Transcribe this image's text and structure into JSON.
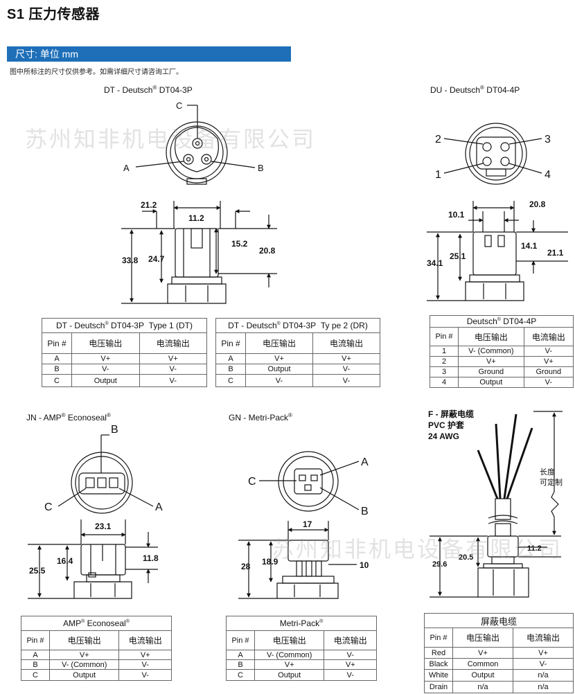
{
  "page_title": "S1 压力传感器",
  "section_header": "尺寸: 单位 mm",
  "note": "图中所标注的尺寸仅供参考。如需详细尺寸请咨询工厂。",
  "watermark": "苏州知非机电设备有限公司",
  "dt": {
    "caption": {
      "name": "DT - Deutsch",
      "reg": "®",
      "model": " DT04-3P"
    },
    "pins": {
      "a": "A",
      "b": "B",
      "c": "C"
    },
    "dims": {
      "d1": "21.2",
      "d2": "11.2",
      "d3": "15.2",
      "d4": "20.8",
      "d5": "33.8",
      "d6": "24.7"
    }
  },
  "du": {
    "caption": {
      "name": "DU - Deutsch",
      "reg": "®",
      "model": " DT04-4P"
    },
    "pins": {
      "p1": "1",
      "p2": "2",
      "p3": "3",
      "p4": "4"
    },
    "dims": {
      "d1": "10.1",
      "d2": "20.8",
      "d3": "25.1",
      "d4": "14.1",
      "d5": "21.1",
      "d6": "34.1"
    }
  },
  "jn": {
    "caption": {
      "name": "JN - AMP",
      "reg": "®",
      "model": " Econoseal",
      "reg2": "®"
    },
    "pins": {
      "a": "A",
      "b": "B",
      "c": "C"
    },
    "dims": {
      "d1": "23.1",
      "d2": "16.4",
      "d3": "11.8",
      "d4": "25.5"
    }
  },
  "gn": {
    "caption": {
      "name": "GN - Metri-Pack",
      "reg": "®"
    },
    "pins": {
      "a": "A",
      "b": "B",
      "c": "C"
    },
    "dims": {
      "d1": "17",
      "d2": "18.9",
      "d3": "10",
      "d4": "28"
    }
  },
  "f": {
    "caption": {
      "line1": "F - 屏蔽电缆",
      "line2": "PVC 护套",
      "line3": "24 AWG"
    },
    "length_label": {
      "line1": "长度",
      "line2": "可定制"
    },
    "dims": {
      "d1": "11.2",
      "d2": "20.5",
      "d3": "29.6"
    }
  },
  "tables": {
    "dt1": {
      "title": {
        "name": "DT - Deutsch",
        "reg": "®",
        "model": " DT04-3P",
        "type": "Type 1 (DT)"
      },
      "headers": [
        "Pin #",
        "电压输出",
        "电流输出"
      ],
      "rows": [
        [
          "A",
          "V+",
          "V+"
        ],
        [
          "B",
          "V-",
          "V-"
        ],
        [
          "C",
          "Output",
          "V-"
        ]
      ]
    },
    "dt2": {
      "title": {
        "name": "DT - Deutsch",
        "reg": "®",
        "model": " DT04-3P",
        "type": "Ty pe 2 (DR)"
      },
      "headers": [
        "Pin #",
        "电压输出",
        "电流输出"
      ],
      "rows": [
        [
          "A",
          "V+",
          "V+"
        ],
        [
          "B",
          "Output",
          "V-"
        ],
        [
          "C",
          "V-",
          "V-"
        ]
      ]
    },
    "du": {
      "title": {
        "name": "Deutsch",
        "reg": "®",
        "model": " DT04-4P"
      },
      "headers": [
        "Pin #",
        "电压输出",
        "电流输出"
      ],
      "rows": [
        [
          "1",
          "V- (Common)",
          "V-"
        ],
        [
          "2",
          "V+",
          "V+"
        ],
        [
          "3",
          "Ground",
          "Ground"
        ],
        [
          "4",
          "Output",
          "V-"
        ]
      ]
    },
    "amp": {
      "title": {
        "name": "AMP",
        "reg": "®",
        "model": " Econoseal",
        "reg2": "®"
      },
      "headers": [
        "Pin #",
        "电压输出",
        "电流输出"
      ],
      "rows": [
        [
          "A",
          "V+",
          "V+"
        ],
        [
          "B",
          "V- (Common)",
          "V-"
        ],
        [
          "C",
          "Output",
          "V-"
        ]
      ]
    },
    "mp": {
      "title": {
        "name": "Metri-Pack",
        "reg": "®"
      },
      "headers": [
        "Pin #",
        "电压输出",
        "电流输出"
      ],
      "rows": [
        [
          "A",
          "V- (Common)",
          "V-"
        ],
        [
          "B",
          "V+",
          "V+"
        ],
        [
          "C",
          "Output",
          "V-"
        ]
      ]
    },
    "cable": {
      "title": {
        "name": "屏蔽电缆"
      },
      "headers": [
        "Pin #",
        "电压输出",
        "电流输出"
      ],
      "rows": [
        [
          "Red",
          "V+",
          "V+"
        ],
        [
          "Black",
          "Common",
          "V-"
        ],
        [
          "White",
          "Output",
          "n/a"
        ],
        [
          "Drain",
          "n/a",
          "n/a"
        ]
      ]
    }
  }
}
